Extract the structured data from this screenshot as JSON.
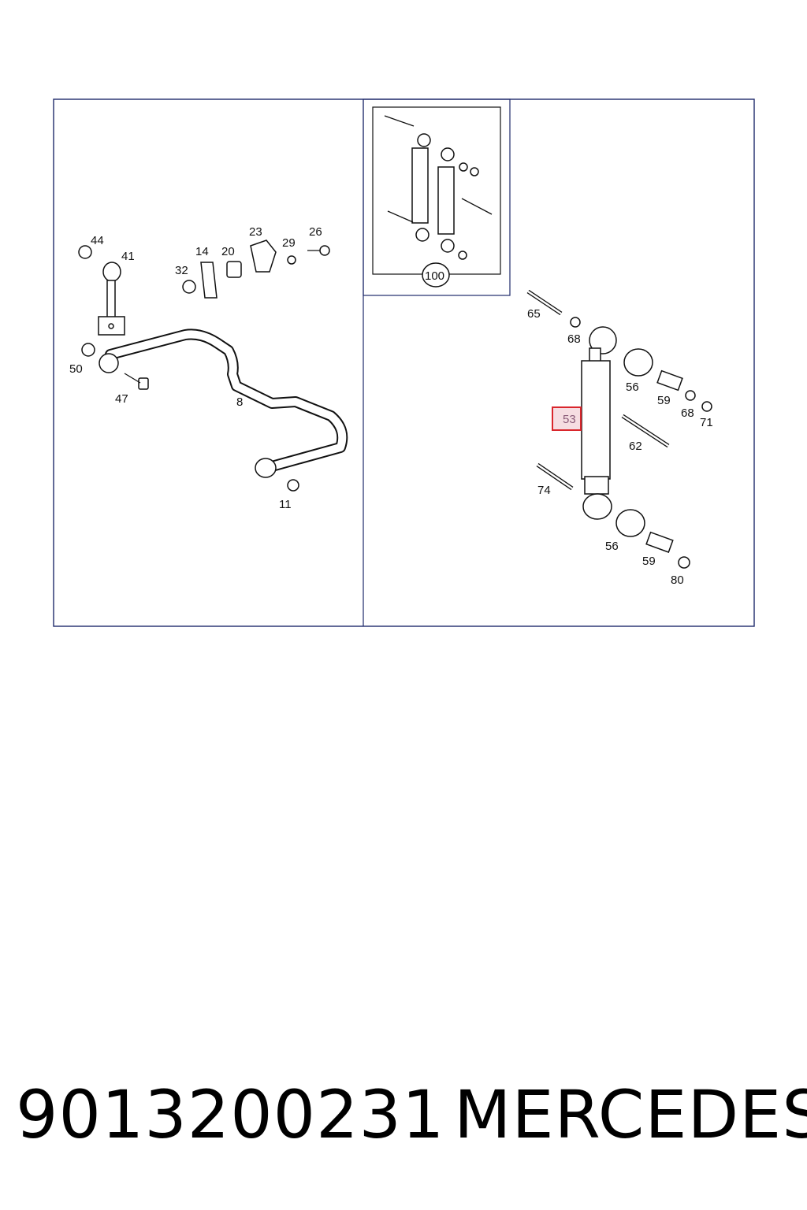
{
  "diagram": {
    "highlighted_callout": "53",
    "highlight_color": "#d9262c",
    "frame_color": "#1f2a6b",
    "callouts": {
      "c44": "44",
      "c41": "41",
      "c14": "14",
      "c20": "20",
      "c23": "23",
      "c29": "29",
      "c26": "26",
      "c32": "32",
      "c50": "50",
      "c47": "47",
      "c8": "8",
      "c11": "11",
      "c100": "100",
      "c65": "65",
      "c68a": "68",
      "c56a": "56",
      "c59a": "59",
      "c68b": "68",
      "c71": "71",
      "c62": "62",
      "c74": "74",
      "c56b": "56",
      "c59b": "59",
      "c80": "80"
    },
    "icons": [
      "stabilizer-bar-icon",
      "shock-absorber-icon",
      "bolt-icon",
      "nut-icon",
      "bushing-icon",
      "bracket-icon",
      "sleeve-icon"
    ]
  },
  "caption": {
    "part_number": "9013200231",
    "brand": "MERCEDES"
  }
}
